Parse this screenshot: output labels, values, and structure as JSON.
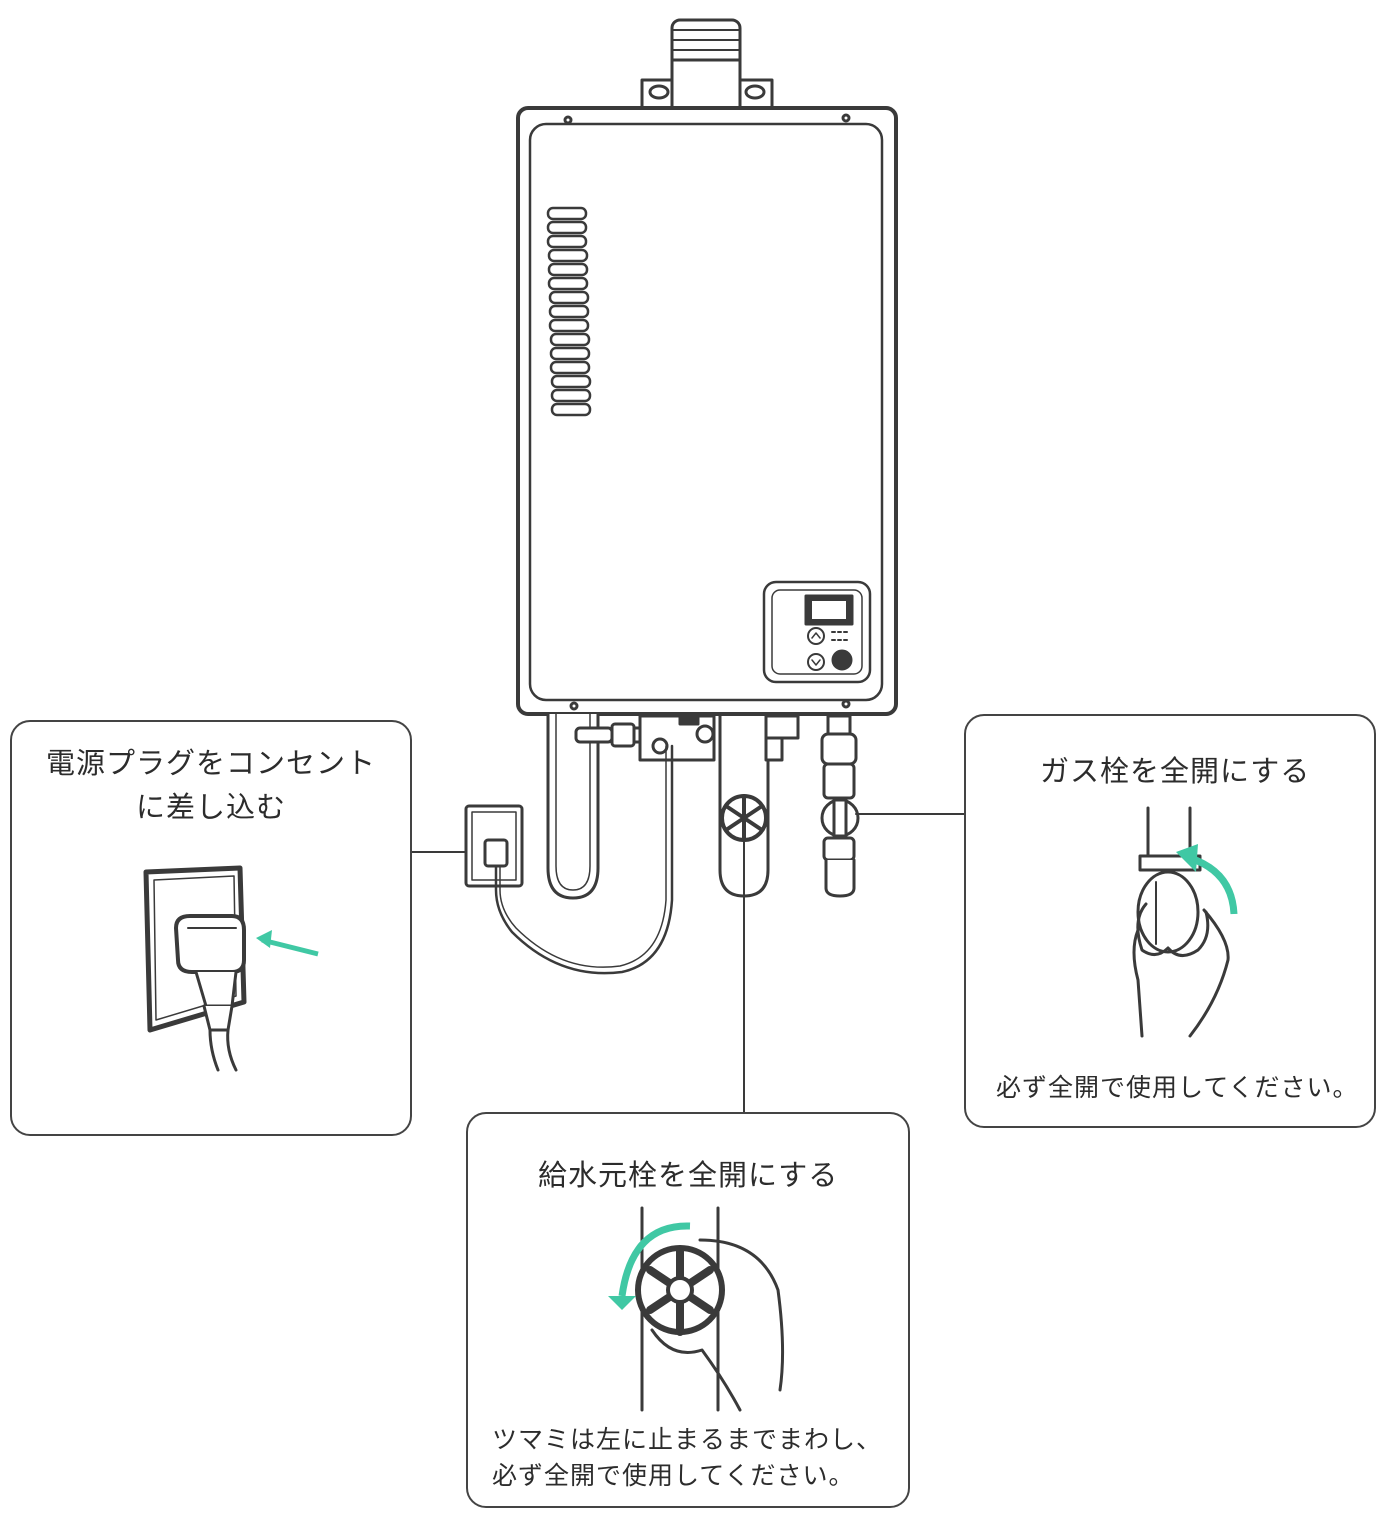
{
  "panels": {
    "power": {
      "title_line1": "電源プラグをコンセント",
      "title_line2": "に差し込む"
    },
    "gas": {
      "title": "ガス栓を全開にする",
      "note": "必ず全開で使用してください。"
    },
    "water": {
      "title": "給水元栓を全開にする",
      "note_line1": "ツマミは左に止まるまでまわし、",
      "note_line2": "必ず全開で使用してください。"
    }
  },
  "colors": {
    "line": "#3a3a3a",
    "arrow": "#40c8a4",
    "panel_border": "#444444"
  },
  "icons": [
    "water-heater-icon",
    "plug-icon",
    "outlet-icon",
    "gas-valve-icon",
    "water-valve-icon",
    "hand-icon",
    "rotate-arrow-icon"
  ]
}
